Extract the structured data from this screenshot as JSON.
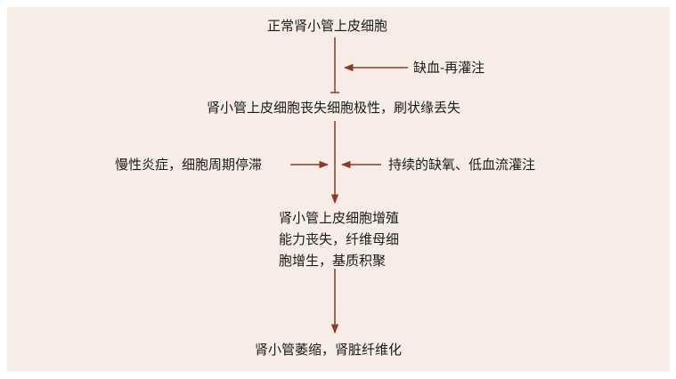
{
  "diagram": {
    "nodes": [
      {
        "id": "normal-cells",
        "lines": [
          "正常肾小管上皮细胞"
        ]
      },
      {
        "id": "polarity-loss",
        "lines": [
          "肾小管上皮细胞丧失细胞极性，刷状缘丢失"
        ]
      },
      {
        "id": "proliferation-loss",
        "lines": [
          "肾小管上皮细胞增殖",
          "能力丧失，纤维母细",
          "胞增生，基质积聚"
        ]
      },
      {
        "id": "atrophy-fibrosis",
        "lines": [
          "肾小管萎缩，肾脏纤维化"
        ]
      }
    ],
    "side_factors": [
      {
        "id": "ischemia-reperfusion",
        "text": "缺血-再灌注"
      },
      {
        "id": "inflammation-cycle-arrest",
        "text": "慢性炎症，细胞周期停滞"
      },
      {
        "id": "hypoxia-low-perfusion",
        "text": "持续的缺氧、低血流灌注"
      }
    ],
    "colors": {
      "arrow": "#8b3a2a",
      "background": "#f8ede6",
      "text": "#1a1a1a"
    }
  }
}
